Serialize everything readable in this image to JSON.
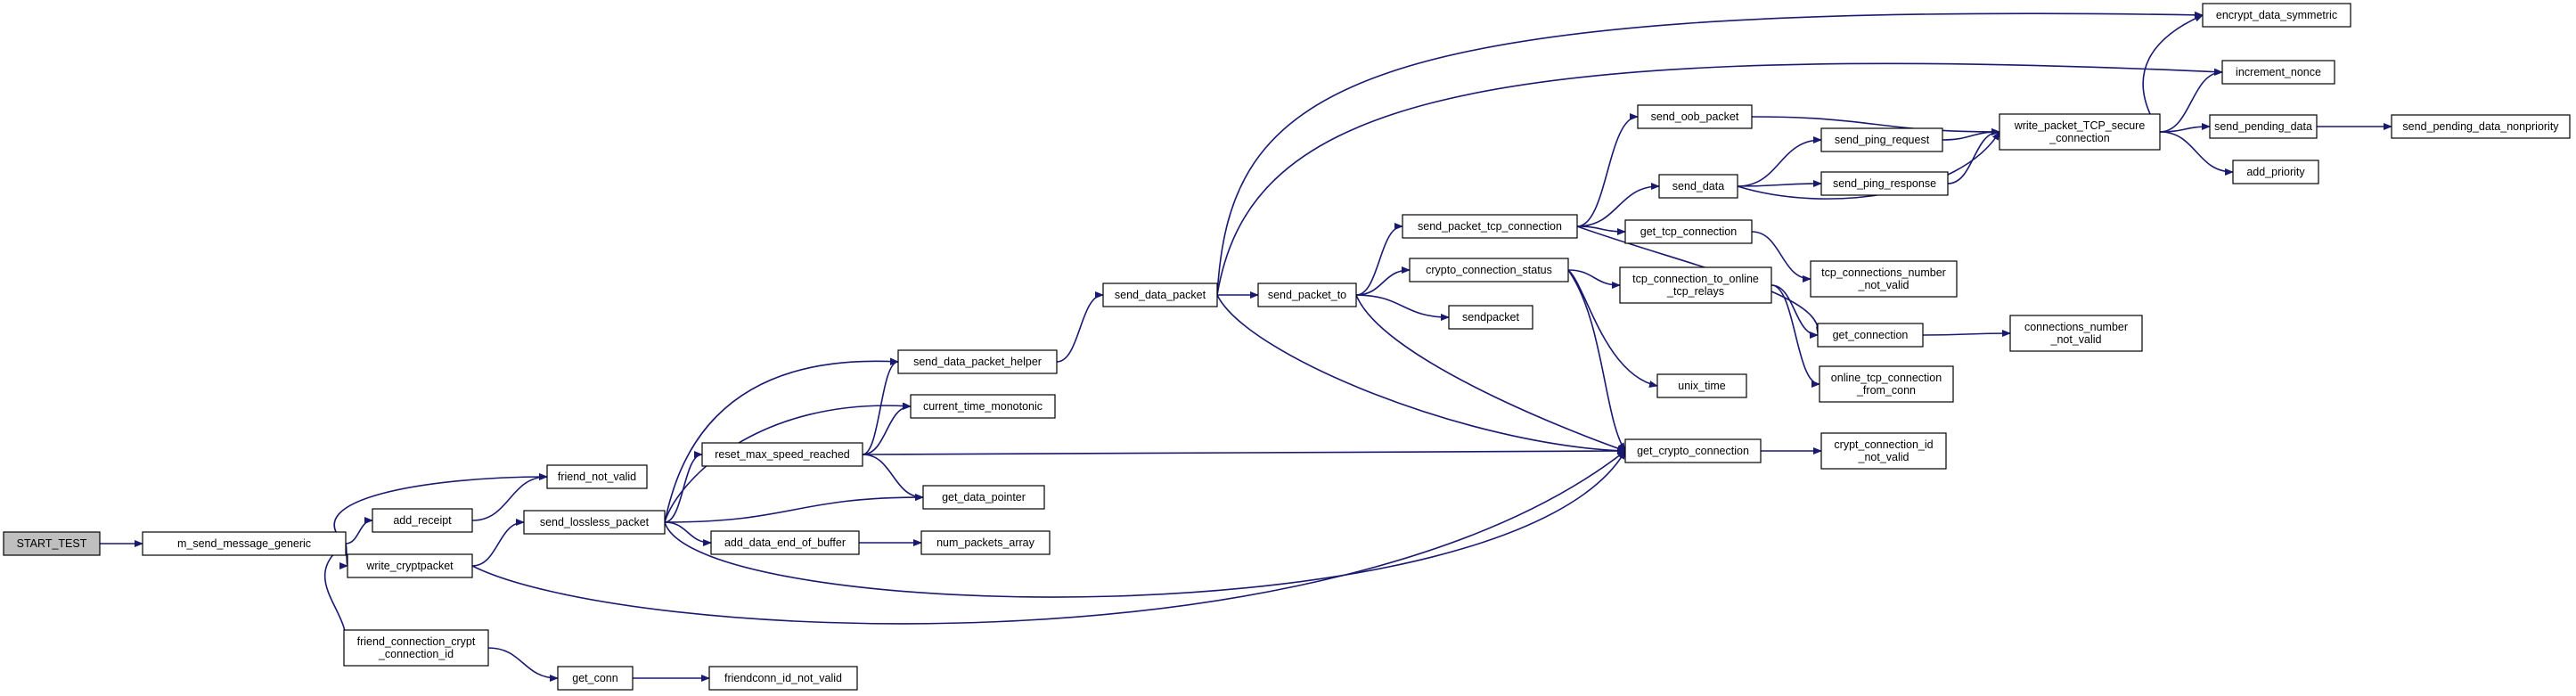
{
  "colors": {
    "edge": "#191970",
    "node_fill": "#ffffff",
    "root_fill": "#bfbfbf",
    "node_border": "#000000"
  },
  "nodes": [
    {
      "id": "start_test",
      "lines": [
        "START_TEST"
      ],
      "root": true
    },
    {
      "id": "m_send_message_generic",
      "lines": [
        "m_send_message_generic"
      ]
    },
    {
      "id": "friend_not_valid",
      "lines": [
        "friend_not_valid"
      ]
    },
    {
      "id": "add_receipt",
      "lines": [
        "add_receipt"
      ]
    },
    {
      "id": "write_cryptpacket",
      "lines": [
        "write_cryptpacket"
      ]
    },
    {
      "id": "friend_connection_crypt_connection_id",
      "lines": [
        "friend_connection_crypt",
        "_connection_id"
      ]
    },
    {
      "id": "get_conn",
      "lines": [
        "get_conn"
      ]
    },
    {
      "id": "friendconn_id_not_valid",
      "lines": [
        "friendconn_id_not_valid"
      ]
    },
    {
      "id": "send_lossless_packet",
      "lines": [
        "send_lossless_packet"
      ]
    },
    {
      "id": "send_data_packet_helper",
      "lines": [
        "send_data_packet_helper"
      ]
    },
    {
      "id": "current_time_monotonic",
      "lines": [
        "current_time_monotonic"
      ]
    },
    {
      "id": "reset_max_speed_reached",
      "lines": [
        "reset_max_speed_reached"
      ]
    },
    {
      "id": "get_data_pointer",
      "lines": [
        "get_data_pointer"
      ]
    },
    {
      "id": "add_data_end_of_buffer",
      "lines": [
        "add_data_end_of_buffer"
      ]
    },
    {
      "id": "num_packets_array",
      "lines": [
        "num_packets_array"
      ]
    },
    {
      "id": "send_data_packet",
      "lines": [
        "send_data_packet"
      ]
    },
    {
      "id": "send_packet_to",
      "lines": [
        "send_packet_to"
      ]
    },
    {
      "id": "send_packet_tcp_connection",
      "lines": [
        "send_packet_tcp_connection"
      ]
    },
    {
      "id": "crypto_connection_status",
      "lines": [
        "crypto_connection_status"
      ]
    },
    {
      "id": "sendpacket",
      "lines": [
        "sendpacket"
      ]
    },
    {
      "id": "get_crypto_connection",
      "lines": [
        "get_crypto_connection"
      ]
    },
    {
      "id": "crypt_connection_id_not_valid",
      "lines": [
        "crypt_connection_id",
        "_not_valid"
      ]
    },
    {
      "id": "send_oob_packet",
      "lines": [
        "send_oob_packet"
      ]
    },
    {
      "id": "send_data",
      "lines": [
        "send_data"
      ]
    },
    {
      "id": "get_tcp_connection",
      "lines": [
        "get_tcp_connection"
      ]
    },
    {
      "id": "tcp_connection_to_online_tcp_relays",
      "lines": [
        "tcp_connection_to_online",
        "_tcp_relays"
      ]
    },
    {
      "id": "unix_time",
      "lines": [
        "unix_time"
      ]
    },
    {
      "id": "send_ping_request",
      "lines": [
        "send_ping_request"
      ]
    },
    {
      "id": "send_ping_response",
      "lines": [
        "send_ping_response"
      ]
    },
    {
      "id": "tcp_connections_number_not_valid",
      "lines": [
        "tcp_connections_number",
        "_not_valid"
      ]
    },
    {
      "id": "get_connection",
      "lines": [
        "get_connection"
      ]
    },
    {
      "id": "online_tcp_connection_from_conn",
      "lines": [
        "online_tcp_connection",
        "_from_conn"
      ]
    },
    {
      "id": "write_packet_TCP_secure_connection",
      "lines": [
        "write_packet_TCP_secure",
        "_connection"
      ]
    },
    {
      "id": "connections_number_not_valid",
      "lines": [
        "connections_number",
        "_not_valid"
      ]
    },
    {
      "id": "encrypt_data_symmetric",
      "lines": [
        "encrypt_data_symmetric"
      ]
    },
    {
      "id": "increment_nonce",
      "lines": [
        "increment_nonce"
      ]
    },
    {
      "id": "send_pending_data",
      "lines": [
        "send_pending_data"
      ]
    },
    {
      "id": "add_priority",
      "lines": [
        "add_priority"
      ]
    },
    {
      "id": "send_pending_data_nonpriority",
      "lines": [
        "send_pending_data_nonpriority"
      ]
    }
  ],
  "edges": [
    [
      "start_test",
      "m_send_message_generic"
    ],
    [
      "m_send_message_generic",
      "friend_not_valid"
    ],
    [
      "m_send_message_generic",
      "add_receipt"
    ],
    [
      "m_send_message_generic",
      "write_cryptpacket"
    ],
    [
      "m_send_message_generic",
      "friend_connection_crypt_connection_id"
    ],
    [
      "add_receipt",
      "friend_not_valid"
    ],
    [
      "write_cryptpacket",
      "send_lossless_packet"
    ],
    [
      "write_cryptpacket",
      "get_crypto_connection"
    ],
    [
      "friend_connection_crypt_connection_id",
      "get_conn"
    ],
    [
      "get_conn",
      "friendconn_id_not_valid"
    ],
    [
      "send_lossless_packet",
      "send_data_packet_helper"
    ],
    [
      "send_lossless_packet",
      "current_time_monotonic"
    ],
    [
      "send_lossless_packet",
      "reset_max_speed_reached"
    ],
    [
      "send_lossless_packet",
      "get_data_pointer"
    ],
    [
      "send_lossless_packet",
      "add_data_end_of_buffer"
    ],
    [
      "send_lossless_packet",
      "get_crypto_connection"
    ],
    [
      "reset_max_speed_reached",
      "send_data_packet_helper"
    ],
    [
      "reset_max_speed_reached",
      "current_time_monotonic"
    ],
    [
      "reset_max_speed_reached",
      "get_data_pointer"
    ],
    [
      "reset_max_speed_reached",
      "get_crypto_connection"
    ],
    [
      "add_data_end_of_buffer",
      "num_packets_array"
    ],
    [
      "send_data_packet_helper",
      "send_data_packet"
    ],
    [
      "send_data_packet",
      "send_packet_to"
    ],
    [
      "send_data_packet",
      "encrypt_data_symmetric"
    ],
    [
      "send_data_packet",
      "increment_nonce"
    ],
    [
      "send_data_packet",
      "get_crypto_connection"
    ],
    [
      "send_packet_to",
      "send_packet_tcp_connection"
    ],
    [
      "send_packet_to",
      "crypto_connection_status"
    ],
    [
      "send_packet_to",
      "sendpacket"
    ],
    [
      "send_packet_to",
      "get_crypto_connection"
    ],
    [
      "send_packet_tcp_connection",
      "send_oob_packet"
    ],
    [
      "send_packet_tcp_connection",
      "send_data"
    ],
    [
      "send_packet_tcp_connection",
      "get_tcp_connection"
    ],
    [
      "send_packet_tcp_connection",
      "get_connection"
    ],
    [
      "crypto_connection_status",
      "tcp_connection_to_online_tcp_relays"
    ],
    [
      "crypto_connection_status",
      "unix_time"
    ],
    [
      "crypto_connection_status",
      "get_crypto_connection"
    ],
    [
      "get_crypto_connection",
      "crypt_connection_id_not_valid"
    ],
    [
      "send_oob_packet",
      "write_packet_TCP_secure_connection"
    ],
    [
      "send_data",
      "send_ping_request"
    ],
    [
      "send_data",
      "send_ping_response"
    ],
    [
      "send_data",
      "write_packet_TCP_secure_connection"
    ],
    [
      "send_ping_request",
      "write_packet_TCP_secure_connection"
    ],
    [
      "send_ping_response",
      "write_packet_TCP_secure_connection"
    ],
    [
      "get_tcp_connection",
      "tcp_connections_number_not_valid"
    ],
    [
      "tcp_connection_to_online_tcp_relays",
      "get_connection"
    ],
    [
      "tcp_connection_to_online_tcp_relays",
      "online_tcp_connection_from_conn"
    ],
    [
      "get_connection",
      "connections_number_not_valid"
    ],
    [
      "write_packet_TCP_secure_connection",
      "encrypt_data_symmetric"
    ],
    [
      "write_packet_TCP_secure_connection",
      "increment_nonce"
    ],
    [
      "write_packet_TCP_secure_connection",
      "send_pending_data"
    ],
    [
      "write_packet_TCP_secure_connection",
      "add_priority"
    ],
    [
      "send_pending_data",
      "send_pending_data_nonpriority"
    ]
  ]
}
